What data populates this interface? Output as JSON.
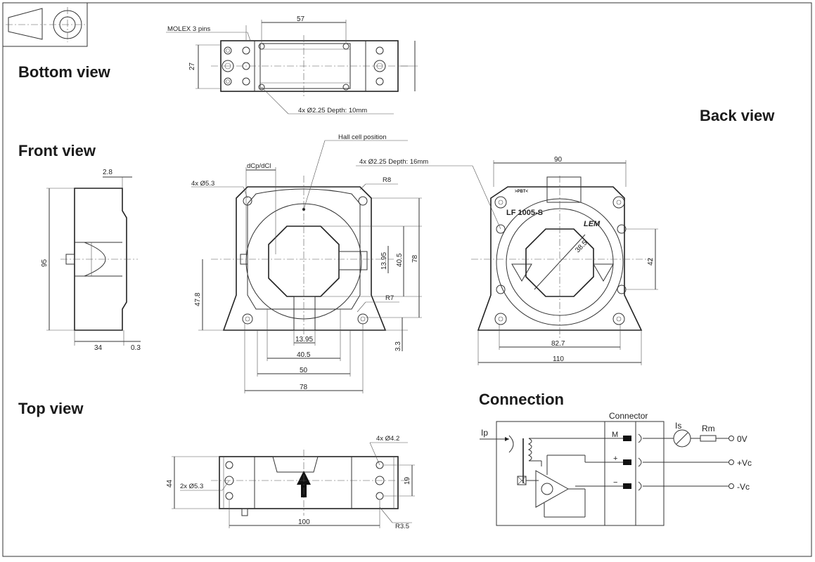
{
  "titles": {
    "bottom_view": "Bottom view",
    "front_view": "Front view",
    "back_view": "Back view",
    "top_view": "Top view",
    "connection": "Connection"
  },
  "bottom": {
    "connector": "MOLEX 3 pins",
    "width": "57",
    "height": "27",
    "holes": "4x Ø2.25 Depth: 10mm"
  },
  "side": {
    "thickness": "2.8",
    "height": "95",
    "depth": "34",
    "offset": "0.3"
  },
  "front": {
    "hall": "Hall cell position",
    "dcp": "dCp/dCl",
    "holes": "4x Ø5.3",
    "r8": "R8",
    "r7": "R7",
    "h478": "47.8",
    "h1395": "13.95",
    "h405": "40.5",
    "h78": "78",
    "h33": "3.3",
    "w1395": "13.95",
    "w405": "40.5",
    "w50": "50",
    "w78": "78"
  },
  "back": {
    "holes": "4x Ø2.25 Depth: 16mm",
    "w90": "90",
    "label_pbt": ">PBT<",
    "model": "LF 1005-S",
    "brand": "LEM",
    "r385": "38.5",
    "h42": "42",
    "w827": "82.7",
    "w110": "110"
  },
  "top": {
    "holes42": "4x Ø4.2",
    "holes53": "2x Ø5.3",
    "h44": "44",
    "h19": "19",
    "w100": "100",
    "r35": "R3.5"
  },
  "conn": {
    "connector": "Connector",
    "ip": "Ip",
    "is": "Is",
    "rm": "Rm",
    "pin_m": "M",
    "pin_plus": "+",
    "pin_minus": "−",
    "out_0v": "0V",
    "out_pvc": "+Vc",
    "out_nvc": "-Vc"
  },
  "colors": {
    "line": "#333333",
    "ink": "#222222",
    "background": "#ffffff"
  }
}
